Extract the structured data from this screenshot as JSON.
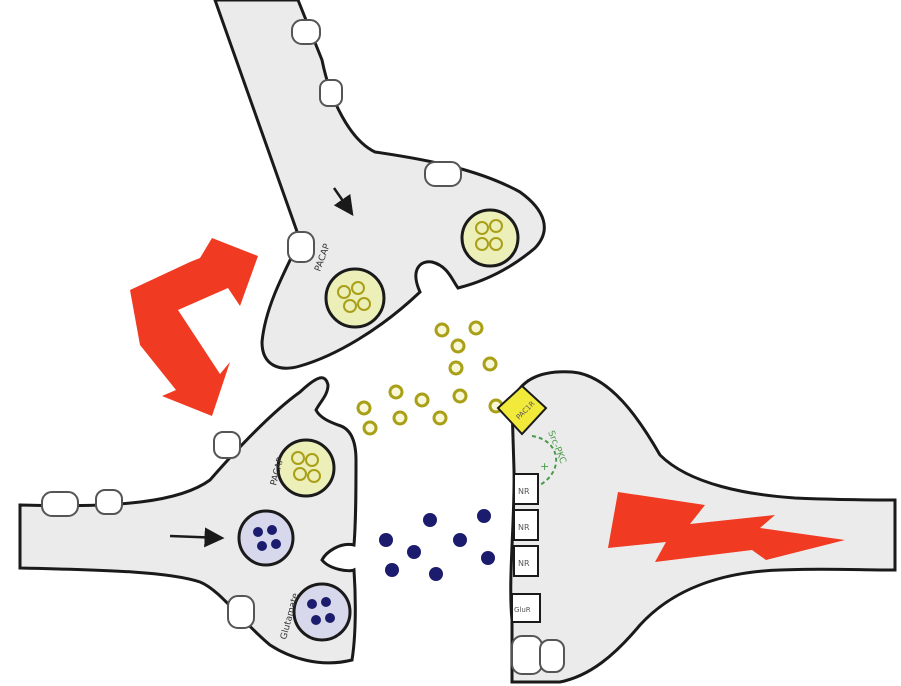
{
  "colors": {
    "membrane_fill": "#ebebeb",
    "membrane_stroke": "#1a1a1a",
    "arrow_red": "#f03a22",
    "yellow_vesicle_fill": "#ecefb8",
    "yellow_molecule": "#a9a018",
    "yellow_molecule_fill": "#f8f8d8",
    "blue_vesicle_fill": "#d8d8ec",
    "blue_molecule": "#1c1c6e",
    "receptor_yellow": "#f2ea3a",
    "feedback_green": "#4a9a4a",
    "label_gray": "#333333"
  },
  "labels": {
    "top_vesicle": "PACAP",
    "middle_vesicle": "PACAP",
    "lower_vesicle": "Glutamate",
    "receptor": "PAC1R",
    "feedback": "Src-PKC",
    "feedback_sign": "+",
    "channel_1": "NR",
    "channel_2": "NR",
    "channel_3": "NR",
    "channel_4": "GluR"
  },
  "icons": {
    "axon_arrow_top": "arrow-down-icon",
    "axon_arrow_left": "arrow-right-icon",
    "retrograde_arrow": "red-double-arrow-icon",
    "signal": "lightning-bolt-icon"
  }
}
